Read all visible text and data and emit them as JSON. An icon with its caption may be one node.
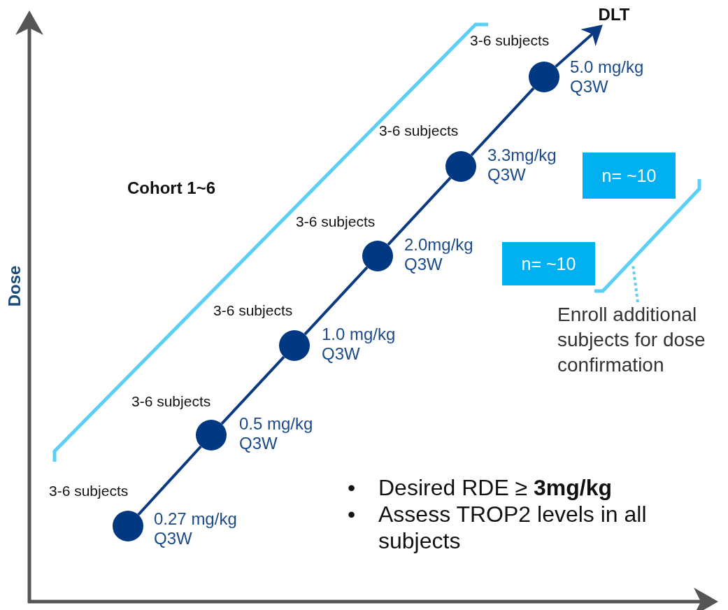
{
  "diagram": {
    "nodes": [
      {
        "text": [],
        "shape": "circle",
        "beside": [
          "3-6 subjects",
          "0.27 mg/kg Q3W"
        ]
      },
      {
        "text": [],
        "shape": "circle",
        "beside": [
          "3-6 subjects",
          "0.5 mg/kg Q3W"
        ]
      },
      {
        "text": [],
        "shape": "circle",
        "beside": [
          "3-6 subjects",
          "1.0 mg/kg Q3W"
        ]
      },
      {
        "text": [],
        "shape": "circle",
        "beside": [
          "3-6 subjects",
          "2.0mg/kg Q3W"
        ]
      },
      {
        "text": [],
        "shape": "circle",
        "beside": [
          "3-6 subjects",
          "3.3mg/kg Q3W"
        ]
      },
      {
        "text": [],
        "shape": "circle",
        "beside": [
          "3-6 subjects",
          "5.0 mg/kg Q3W"
        ]
      },
      {
        "text": [
          "DLT"
        ]
      },
      {
        "text": [
          "n= ~10"
        ]
      },
      {
        "text": [
          "n= ~10"
        ]
      },
      {
        "text": [],
        "shape": "bracket"
      },
      {
        "text": [
          "Enroll additional subjects for dose confirmation"
        ]
      }
    ],
    "edges": [
      {
        "from": 0,
        "to": 1,
        "arrow": "none"
      },
      {
        "from": 1,
        "to": 2,
        "arrow": "none"
      },
      {
        "from": 2,
        "to": 3,
        "arrow": "none"
      },
      {
        "from": 3,
        "to": 4,
        "arrow": "none"
      },
      {
        "from": 4,
        "to": 5,
        "arrow": "none"
      },
      {
        "from": 5,
        "to": 6,
        "arrow": "to"
      },
      {
        "from": 10,
        "to": 9,
        "arrow": "none",
        "style": "dashed",
        "color": "#5bcff5"
      }
    ],
    "labels": [
      "Dose",
      "Cohort 1~6",
      "•",
      "Desired RDE ≥ **3mg/kg**",
      "•",
      "Assess TROP2 levels in all subjects"
    ]
  }
}
